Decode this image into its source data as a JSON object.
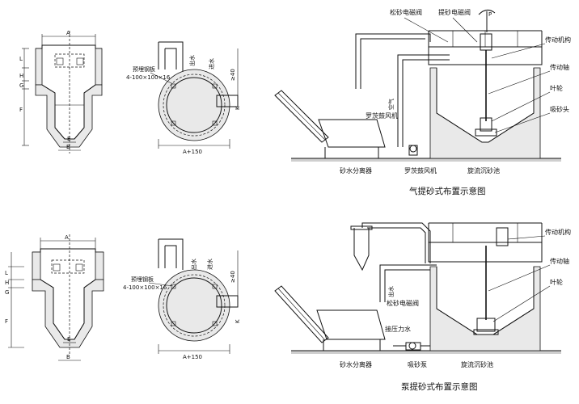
{
  "top": {
    "section_a": {
      "dims": {
        "A": "A",
        "L": "L",
        "H": "H",
        "G": "G",
        "F": "F",
        "E": "E",
        "B": "B"
      }
    },
    "section_b": {
      "plate_label": "预埋钢板",
      "plate_spec": "4-100×100×16",
      "out_water": "出水",
      "in_water": "进水",
      "ge40": "≥40",
      "dim_a150": "A+150",
      "k": "K"
    },
    "system": {
      "valve_loose": "松砂电磁阀",
      "valve_lift": "提砂电磁阀",
      "p_label": "P",
      "drive_mech": "传动机构",
      "drive_shaft": "传动轴",
      "impeller": "叶轮",
      "suction_head": "吸砂头",
      "blower_side": "罗茨鼓风机",
      "air_label": "空气",
      "separator": "砂水分离器",
      "blower": "罗茨鼓风机",
      "tank": "旋流沉砂池",
      "caption": "气提砂式布置示意图"
    }
  },
  "bottom": {
    "section_a": {
      "dims": {
        "A": "A",
        "L": "L",
        "H": "H",
        "G": "G",
        "F": "F",
        "E": "E",
        "B": "B"
      }
    },
    "section_b": {
      "plate_label": "预埋钢板",
      "plate_spec": "4-100×100×16",
      "out_water": "出水",
      "in_water": "进水",
      "ge40": "≥40",
      "dim_a150": "A+150",
      "k": "K"
    },
    "system": {
      "drive_mech": "传动机构",
      "drive_shaft": "传动轴",
      "impeller": "叶轮",
      "valve_loose": "松砂电磁阀",
      "out_label": "出水",
      "pressure_water": "接压力水",
      "separator": "砂水分离器",
      "pump": "吸砂泵",
      "tank": "旋流沉砂池",
      "caption": "泵提砂式布置示意图"
    }
  }
}
